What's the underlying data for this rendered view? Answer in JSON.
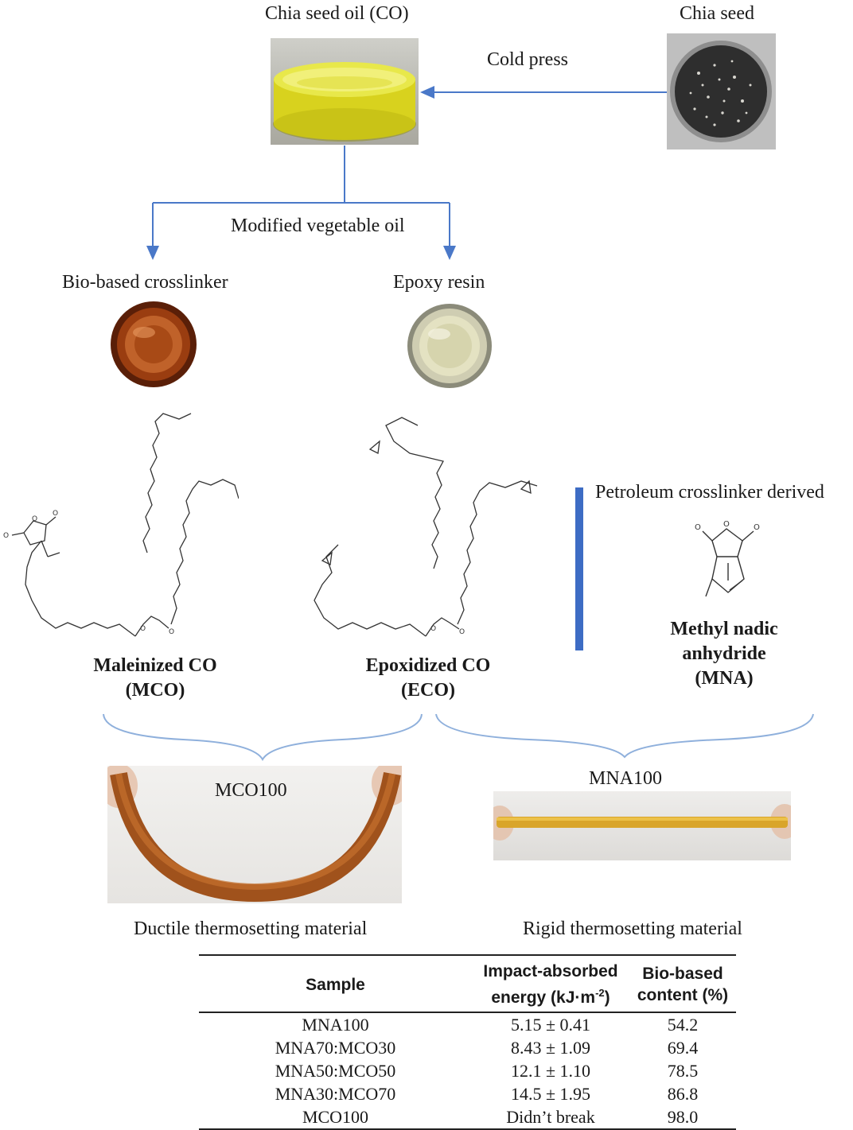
{
  "labels": {
    "chia_oil": "Chia seed oil (CO)",
    "chia_seed": "Chia seed",
    "cold_press": "Cold press",
    "modified_oil": "Modified vegetable oil",
    "bio_crosslinker": "Bio-based crosslinker",
    "epoxy_resin": "Epoxy resin",
    "petroleum": "Petroleum crosslinker derived",
    "mco_name": "Maleinized CO",
    "mco_abbr": "(MCO)",
    "eco_name": "Epoxidized CO",
    "eco_abbr": "(ECO)",
    "mna_line1": "Methyl nadic",
    "mna_line2": "anhydride",
    "mna_abbr": "(MNA)",
    "mco100": "MCO100",
    "mna100": "MNA100",
    "ductile": "Ductile thermosetting material",
    "rigid": "Rigid thermosetting material"
  },
  "colors": {
    "arrow": "#4a78c8",
    "bar": "#3d6cc4",
    "brace": "#8fb0dc"
  },
  "table": {
    "headers": {
      "sample": "Sample",
      "impact_1": "Impact-absorbed",
      "impact_2": "energy (kJ·m",
      "impact_sup": "-2",
      "impact_end": ")",
      "bio_1": "Bio-based",
      "bio_2": "content (%)"
    },
    "rows": [
      {
        "sample": "MNA100",
        "impact": "5.15 ± 0.41",
        "bio": "54.2"
      },
      {
        "sample": "MNA70:MCO30",
        "impact": "8.43 ± 1.09",
        "bio": "69.4"
      },
      {
        "sample": "MNA50:MCO50",
        "impact": "12.1 ± 1.10",
        "bio": "78.5"
      },
      {
        "sample": "MNA30:MCO70",
        "impact": "14.5 ± 1.95",
        "bio": "86.8"
      },
      {
        "sample": "MCO100",
        "impact": "Didn’t break",
        "bio": "98.0"
      }
    ]
  }
}
